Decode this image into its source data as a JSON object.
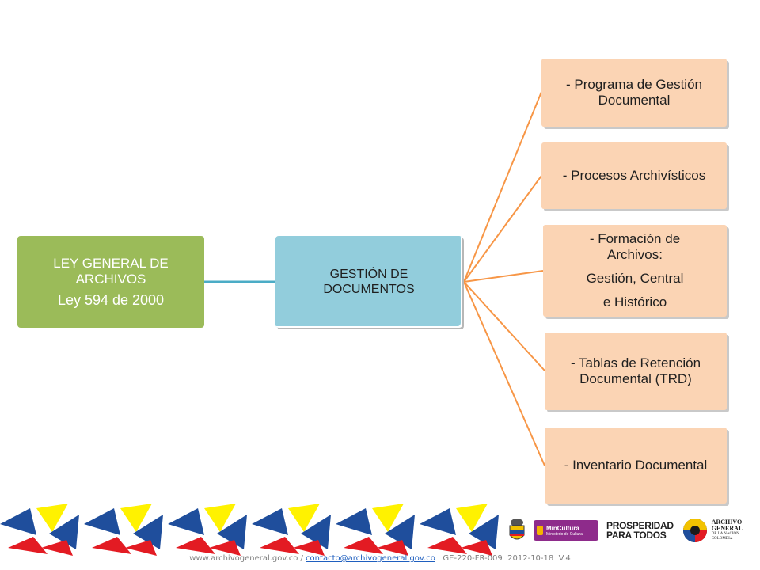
{
  "diagram": {
    "root": {
      "line1": "LEY GENERAL DE ARCHIVOS",
      "line2": "Ley 594 de 2000"
    },
    "center": {
      "label": "GESTIÓN DE DOCUMENTOS"
    },
    "branches": [
      {
        "lines": [
          "- Programa de Gestión",
          "Documental"
        ]
      },
      {
        "lines": [
          "- Procesos Archivísticos"
        ]
      },
      {
        "lines": [
          "- Formación de",
          "Archivos:",
          "Gestión, Central",
          "e Histórico"
        ]
      },
      {
        "lines": [
          "- Tablas de Retención",
          "Documental (TRD)"
        ]
      },
      {
        "lines": [
          "- Inventario Documental"
        ]
      }
    ],
    "colors": {
      "root": "#9bbb59",
      "center": "#92cddc",
      "leaf": "#fbd4b4",
      "connector_root": "#4bacc6",
      "connector_branch": "#f79646"
    }
  },
  "footer": {
    "site": "www.archivogeneral.gov.co",
    "separator": " / ",
    "email": "contacto@archivogeneral.gov.co",
    "code": "GE-220-FR-009  2012-10-18  V.4"
  },
  "logos": {
    "mincultura": {
      "name": "MinCultura",
      "subtitle": "Ministerio de Cultura"
    },
    "prosperidad": {
      "line1": "PROSPERIDAD",
      "line2": "PARA TODOS"
    },
    "archivo": {
      "line1": "ARCHIVO",
      "line2": "GENERAL",
      "line3": "DE LA NACIÓN",
      "line4": "COLOMBIA"
    }
  }
}
